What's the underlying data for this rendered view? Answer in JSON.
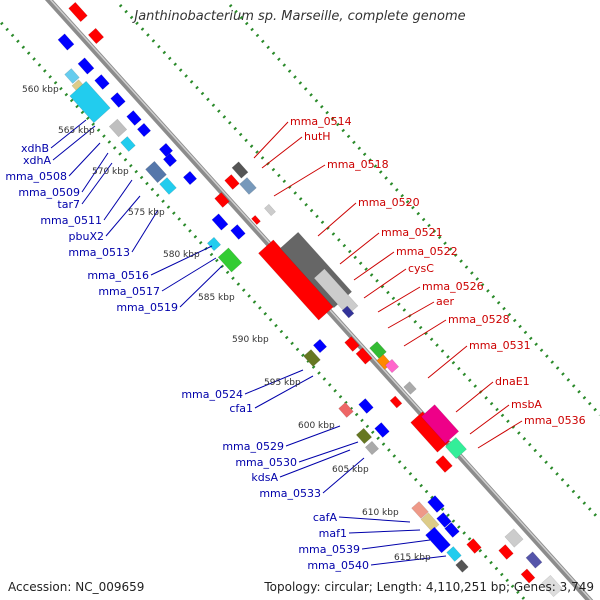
{
  "title": "Janthinobacterium sp. Marseille, complete genome",
  "accession_label": "Accession: NC_009659",
  "topology_label": "Topology: circular; Length: 4,110,251 bp; Genes: 3,749",
  "colors": {
    "backbone": "#8c8c8c",
    "forward_strand": "#ff0000",
    "reverse_strand": "#0000ff",
    "left_label": "#0000aa",
    "right_label": "#cc0000",
    "dotted_guides": "#2a8a2a",
    "tick_label": "#333333"
  },
  "position_ticks": [
    "560 kbp",
    "565 kbp",
    "570 kbp",
    "575 kbp",
    "580 kbp",
    "585 kbp",
    "590 kbp",
    "595 kbp",
    "600 kbp",
    "605 kbp",
    "610 kbp",
    "615 kbp"
  ],
  "left_labels": [
    "xdhB",
    "xdhA",
    "mma_0508",
    "mma_0509",
    "tar7",
    "mma_0511",
    "pbuX2",
    "mma_0513",
    "mma_0516",
    "mma_0517",
    "mma_0519",
    "mma_0524",
    "cfa1",
    "mma_0529",
    "mma_0530",
    "kdsA",
    "mma_0533",
    "cafA",
    "maf1",
    "mma_0539",
    "mma_0540"
  ],
  "right_labels": [
    "mma_0514",
    "hutH",
    "mma_0518",
    "mma_0520",
    "mma_0521",
    "mma_0522",
    "cysC",
    "mma_0526",
    "aer",
    "mma_0528",
    "mma_0531",
    "dnaE1",
    "msbA",
    "mma_0536"
  ]
}
